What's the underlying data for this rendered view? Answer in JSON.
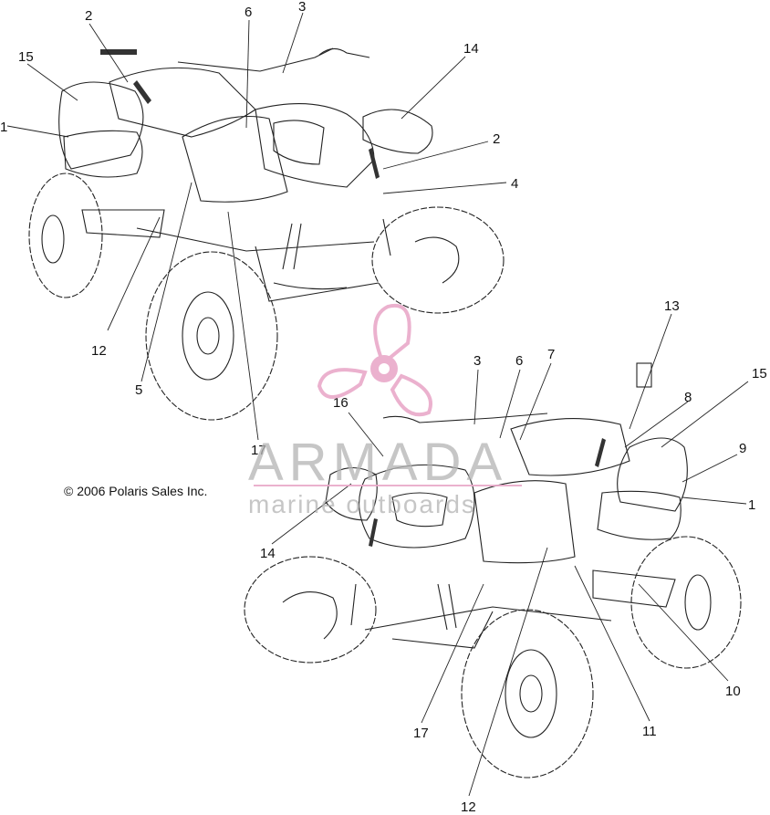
{
  "copyright": "© 2006 Polaris Sales Inc.",
  "watermark": {
    "brand": "ARMADA",
    "tagline": "marine outboards",
    "accent_color": "#e9a9c9"
  },
  "callouts_top": [
    "2",
    "6",
    "3",
    "15",
    "14",
    "1",
    "2",
    "4",
    "12",
    "5",
    "17"
  ],
  "callouts_bottom": [
    "13",
    "3",
    "6",
    "7",
    "15",
    "8",
    "16",
    "9",
    "1",
    "14",
    "10",
    "17",
    "11",
    "12"
  ]
}
